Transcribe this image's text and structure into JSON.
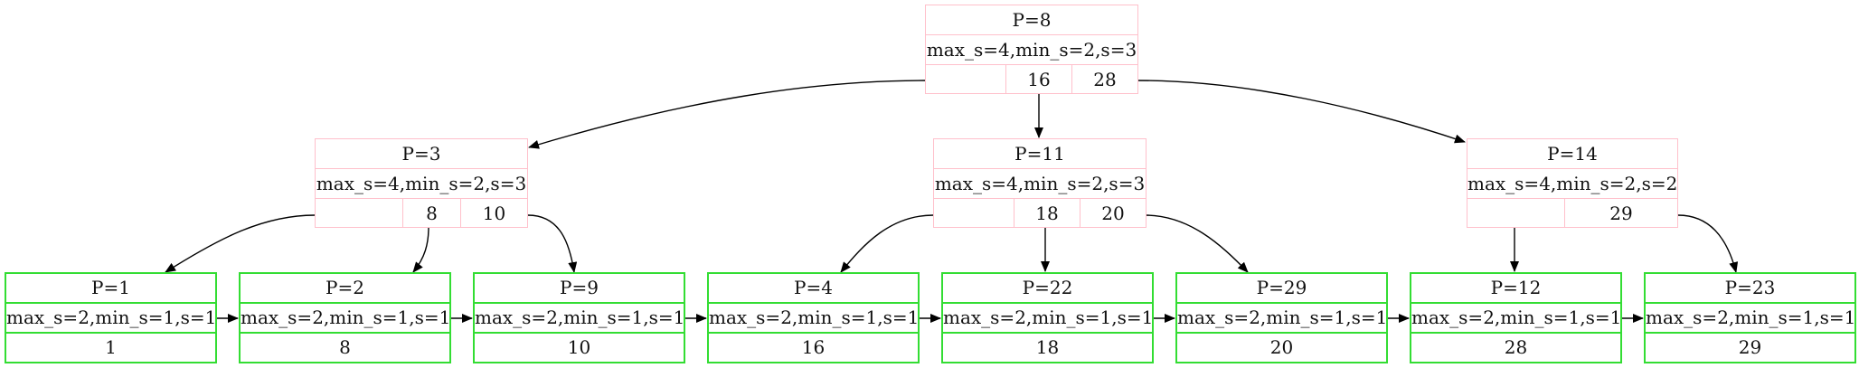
{
  "nodes": {
    "root": {
      "title": "P=8",
      "meta": "max_s=4,min_s=2,s=3",
      "keys": [
        "",
        "16",
        "28"
      ]
    },
    "p3": {
      "title": "P=3",
      "meta": "max_s=4,min_s=2,s=3",
      "keys": [
        "",
        "8",
        "10"
      ]
    },
    "p11": {
      "title": "P=11",
      "meta": "max_s=4,min_s=2,s=3",
      "keys": [
        "",
        "18",
        "20"
      ]
    },
    "p14": {
      "title": "P=14",
      "meta": "max_s=4,min_s=2,s=2",
      "keys": [
        "",
        "29"
      ]
    },
    "l1": {
      "title": "P=1",
      "meta": "max_s=2,min_s=1,s=1",
      "key": "1"
    },
    "l2": {
      "title": "P=2",
      "meta": "max_s=2,min_s=1,s=1",
      "key": "8"
    },
    "l9": {
      "title": "P=9",
      "meta": "max_s=2,min_s=1,s=1",
      "key": "10"
    },
    "l4": {
      "title": "P=4",
      "meta": "max_s=2,min_s=1,s=1",
      "key": "16"
    },
    "l22": {
      "title": "P=22",
      "meta": "max_s=2,min_s=1,s=1",
      "key": "18"
    },
    "l29": {
      "title": "P=29",
      "meta": "max_s=2,min_s=1,s=1",
      "key": "20"
    },
    "l12": {
      "title": "P=12",
      "meta": "max_s=2,min_s=1,s=1",
      "key": "28"
    },
    "l23": {
      "title": "P=23",
      "meta": "max_s=2,min_s=1,s=1",
      "key": "29"
    }
  },
  "colors": {
    "internal_border": "#ffc0cb",
    "leaf_border": "#33dd33",
    "edge": "#000000"
  }
}
